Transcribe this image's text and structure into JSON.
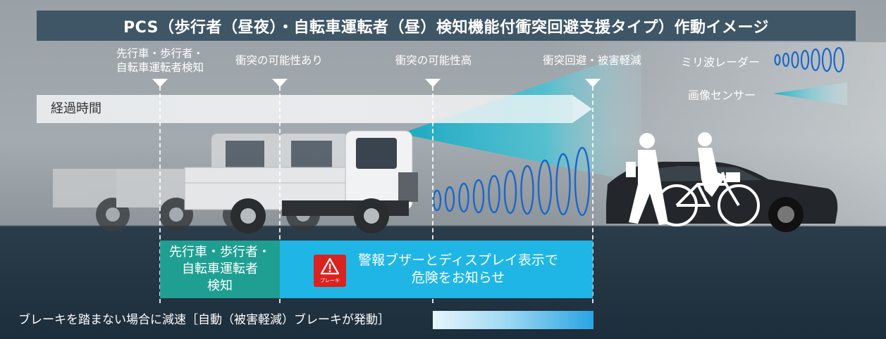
{
  "title": "PCS（歩行者（昼夜）・自転車運転者（昼）検知機能付衝突回避支援タイプ）作動イメージ",
  "stages": [
    {
      "lines": [
        "先行車・歩行者・",
        "自転車運転者検知"
      ]
    },
    {
      "lines": [
        "衝突の可能性あり"
      ]
    },
    {
      "lines": [
        "衝突の可能性高"
      ]
    },
    {
      "lines": [
        "衝突回避・被害軽減"
      ]
    }
  ],
  "timeline_label": "経過時間",
  "legend": {
    "radar": "ミリ波レーダー",
    "camera": "画像センサー"
  },
  "detect_box": {
    "lines": [
      "先行車・歩行者・",
      "自転車運転者",
      "検知"
    ]
  },
  "warning_box": {
    "lines": [
      "警報ブザーとディスプレイ表示で",
      "危険をお知らせ"
    ],
    "icon_label": "ブレーキ"
  },
  "brake_text": "ブレーキを踏まない場合に減速［自動（被害軽減）ブレーキが発動］",
  "colors": {
    "title_bg": "#3e5666",
    "detect_bg": "#1f9f92",
    "warning_bg": "#1fb6e6",
    "radar": "#1a66c9",
    "camera": "#22b3c8",
    "warning_icon": "#d92320"
  }
}
